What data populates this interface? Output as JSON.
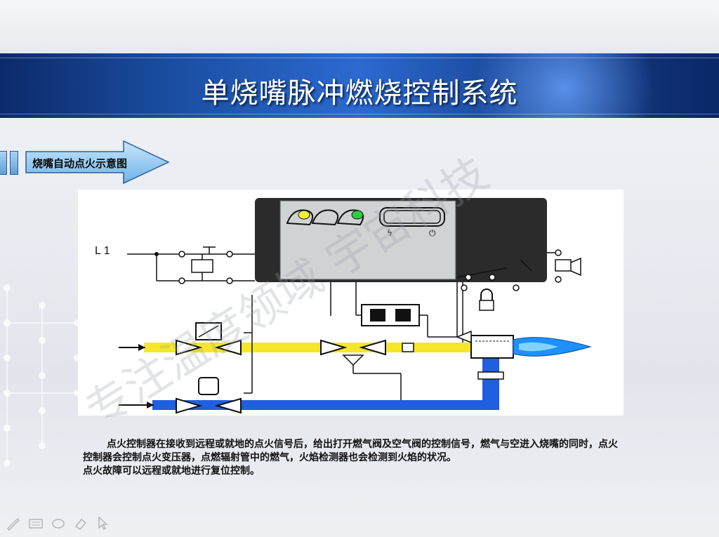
{
  "slide": {
    "title": "单烧嘴脉冲燃烧控制系统",
    "section_label": "烧嘴自动点火示意图",
    "paragraph_1": "点火控制器在接收到远程或就地的点火信号后，给出打开燃气阀及空气阀的控制信号，燃气与空进入烧嘴的同时，点火控制器会控制点火变压器，点燃辐射管中的燃气，火焰检测器也会检测到火焰的状况。",
    "paragraph_2": "点火故障可以远程或就地进行复位控制。"
  },
  "diagram": {
    "line_label": "L 1",
    "colors": {
      "gas_line": "#f5e62a",
      "air_line": "#1f5fe0",
      "controller_body": "#2b2b2b",
      "controller_panel": "#d0d2d4",
      "led_yellow": "#f3ee3a",
      "led_green": "#2ecc40",
      "flame": "#1e90ff"
    }
  },
  "watermark_text": "专注温度领域  宇宙科技",
  "toolbar": {
    "icons": [
      "pen-icon",
      "keyboard-icon",
      "ellipse-icon",
      "eraser-icon",
      "pointer-icon"
    ]
  }
}
